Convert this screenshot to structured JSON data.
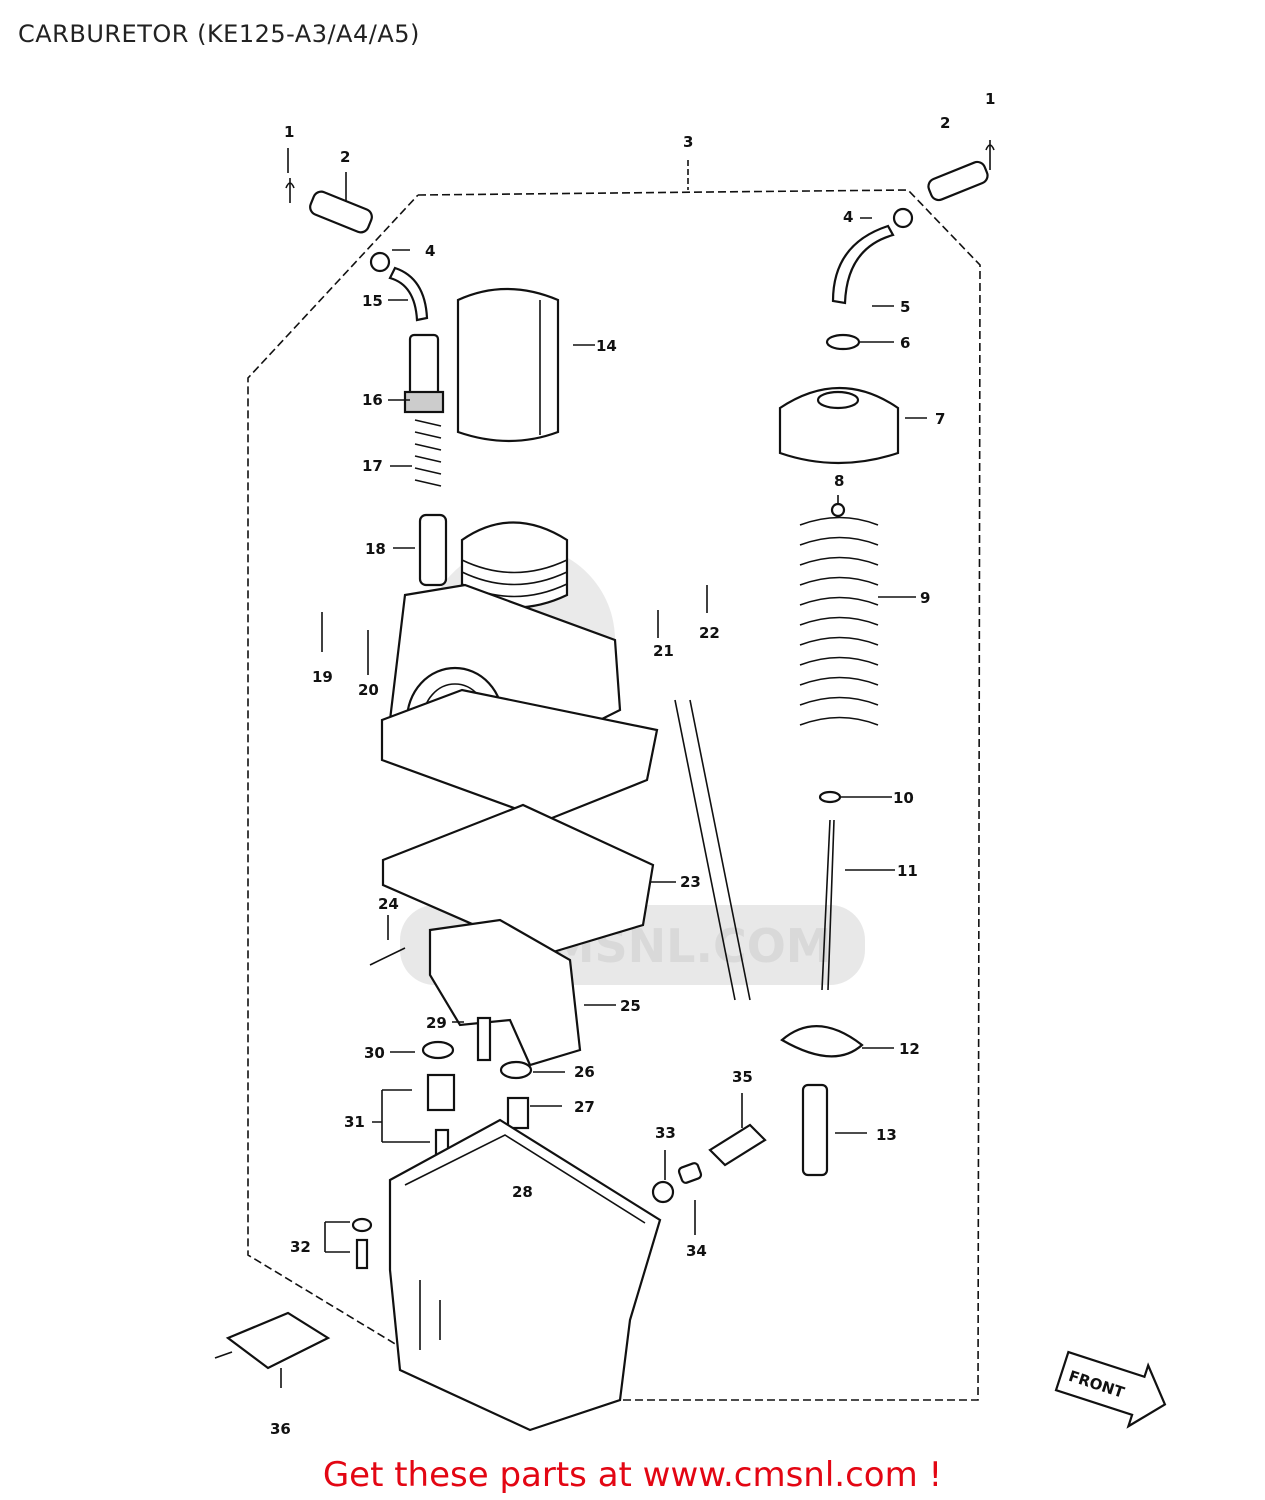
{
  "title": "CARBURETOR (KE125-A3/A4/A5)",
  "promo_text": "Get these parts at www.cmsnl.com !",
  "watermark_text": "CMSNL.COM",
  "front_label": "FRONT",
  "part_numbers": [
    "1",
    "2",
    "3",
    "4",
    "5",
    "6",
    "7",
    "8",
    "9",
    "10",
    "11",
    "12",
    "13",
    "14",
    "15",
    "16",
    "17",
    "18",
    "19",
    "20",
    "21",
    "22",
    "23",
    "24",
    "25",
    "26",
    "27",
    "28",
    "29",
    "30",
    "31",
    "32",
    "33",
    "34",
    "35",
    "36"
  ],
  "colors": {
    "promo": "#e30613",
    "ink": "#111111",
    "watermark": "#d9d9d9"
  }
}
